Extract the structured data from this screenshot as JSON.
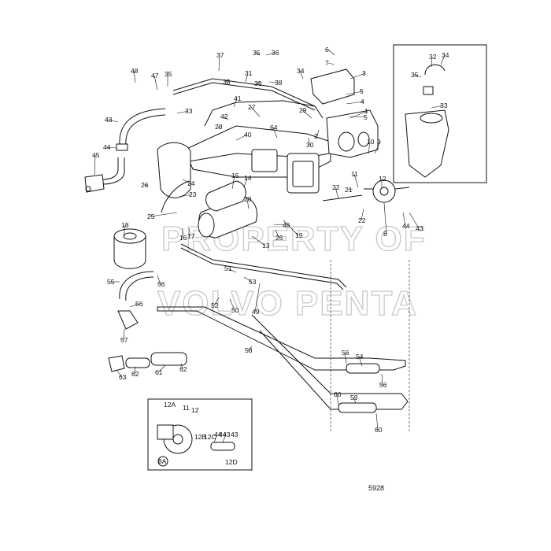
{
  "watermark": {
    "line1": "PROPERTY OF",
    "line2": "VOLVO PENTA"
  },
  "drawing_number": "5928",
  "parts": [
    {
      "id": "p1",
      "label": "1"
    },
    {
      "id": "p2",
      "label": "2"
    },
    {
      "id": "p3",
      "label": "3"
    },
    {
      "id": "p4",
      "label": "4"
    },
    {
      "id": "p5a",
      "label": "5"
    },
    {
      "id": "p5b",
      "label": "5"
    },
    {
      "id": "p6",
      "label": "6"
    },
    {
      "id": "p7",
      "label": "7"
    },
    {
      "id": "p8",
      "label": "8"
    },
    {
      "id": "p9",
      "label": "9"
    },
    {
      "id": "p10",
      "label": "10"
    },
    {
      "id": "p11",
      "label": "11"
    },
    {
      "id": "p12",
      "label": "12"
    },
    {
      "id": "p13",
      "label": "13"
    },
    {
      "id": "p14",
      "label": "14"
    },
    {
      "id": "p15",
      "label": "15"
    },
    {
      "id": "p16",
      "label": "16"
    },
    {
      "id": "p17",
      "label": "17"
    },
    {
      "id": "p18",
      "label": "18"
    },
    {
      "id": "p19",
      "label": "19"
    },
    {
      "id": "p20",
      "label": "20"
    },
    {
      "id": "p21",
      "label": "21"
    },
    {
      "id": "p22a",
      "label": "22"
    },
    {
      "id": "p22b",
      "label": "22"
    },
    {
      "id": "p23",
      "label": "23"
    },
    {
      "id": "p24",
      "label": "24"
    },
    {
      "id": "p25",
      "label": "25"
    },
    {
      "id": "p26a",
      "label": "26"
    },
    {
      "id": "p26b",
      "label": "26"
    },
    {
      "id": "p27",
      "label": "27"
    },
    {
      "id": "p28",
      "label": "28"
    },
    {
      "id": "p29",
      "label": "29"
    },
    {
      "id": "p30",
      "label": "30"
    },
    {
      "id": "p31",
      "label": "31"
    },
    {
      "id": "p32",
      "label": "32"
    },
    {
      "id": "p33a",
      "label": "33"
    },
    {
      "id": "p33b",
      "label": "33"
    },
    {
      "id": "p34a",
      "label": "34"
    },
    {
      "id": "p34b",
      "label": "34"
    },
    {
      "id": "p35a",
      "label": "35"
    },
    {
      "id": "p35b",
      "label": "35"
    },
    {
      "id": "p35c",
      "label": "35"
    },
    {
      "id": "p36",
      "label": "36"
    },
    {
      "id": "p37",
      "label": "37"
    },
    {
      "id": "p38a",
      "label": "38"
    },
    {
      "id": "p38b",
      "label": "38"
    },
    {
      "id": "p39",
      "label": "39"
    },
    {
      "id": "p40",
      "label": "40"
    },
    {
      "id": "p41",
      "label": "41"
    },
    {
      "id": "p42",
      "label": "42"
    },
    {
      "id": "p43a",
      "label": "43"
    },
    {
      "id": "p43b",
      "label": "43"
    },
    {
      "id": "p43c",
      "label": "43"
    },
    {
      "id": "p44a",
      "label": "44"
    },
    {
      "id": "p44b",
      "label": "44"
    },
    {
      "id": "p44c",
      "label": "44"
    },
    {
      "id": "p45",
      "label": "45"
    },
    {
      "id": "p46",
      "label": "46"
    },
    {
      "id": "p47",
      "label": "47"
    },
    {
      "id": "p48",
      "label": "48"
    },
    {
      "id": "p49",
      "label": "49"
    },
    {
      "id": "p50",
      "label": "50"
    },
    {
      "id": "p51",
      "label": "51"
    },
    {
      "id": "p52",
      "label": "52"
    },
    {
      "id": "p53",
      "label": "53"
    },
    {
      "id": "p54",
      "label": "54"
    },
    {
      "id": "p55",
      "label": "55"
    },
    {
      "id": "p56a",
      "label": "56"
    },
    {
      "id": "p56b",
      "label": "56"
    },
    {
      "id": "p56c",
      "label": "56"
    },
    {
      "id": "p56d",
      "label": "56"
    },
    {
      "id": "p57",
      "label": "57"
    },
    {
      "id": "p58",
      "label": "58"
    },
    {
      "id": "p59",
      "label": "59"
    },
    {
      "id": "p60a",
      "label": "60"
    },
    {
      "id": "p60b",
      "label": "60"
    },
    {
      "id": "p61",
      "label": "61"
    },
    {
      "id": "p62a",
      "label": "62"
    },
    {
      "id": "p62b",
      "label": "62"
    },
    {
      "id": "p63",
      "label": "63"
    },
    {
      "id": "p64",
      "label": "64"
    }
  ],
  "inset": {
    "view_tag": "8A",
    "parts": [
      {
        "id": "i12A",
        "label": "12A"
      },
      {
        "id": "i11",
        "label": "11"
      },
      {
        "id": "i12",
        "label": "12"
      },
      {
        "id": "i12B",
        "label": "12B"
      },
      {
        "id": "i12C",
        "label": "12C"
      },
      {
        "id": "i44",
        "label": "44"
      },
      {
        "id": "i43",
        "label": "43"
      },
      {
        "id": "i12D",
        "label": "12D"
      }
    ]
  }
}
